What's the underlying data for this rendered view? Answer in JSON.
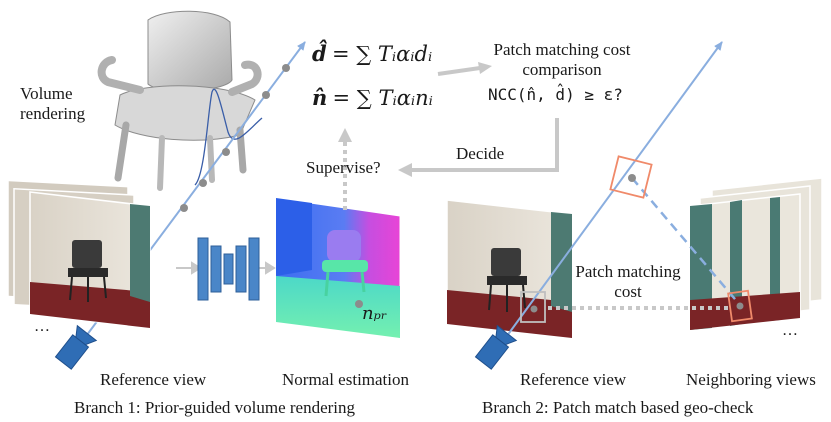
{
  "colors": {
    "ray": "#8aaedf",
    "point": "#8c8c8c",
    "network": "#4a86c8",
    "arrow_gray": "#c8c8c8",
    "dotted_gray": "#c8c8c8",
    "patch_box": "#f08a6a",
    "camera": "#2f6db5",
    "floor_red": "#7a2426",
    "normal_blue": "#3060e8",
    "normal_magenta": "#e040d8",
    "normal_green": "#60e8b0"
  },
  "icons": [
    "chair-3d-mesh",
    "camera-icon",
    "cnn-network-icon",
    "normal-map-image",
    "photo-stack"
  ],
  "labels": {
    "volume_rendering_line1": "Volume",
    "volume_rendering_line2": "rendering",
    "reference_view_left": "Reference view",
    "normal_estimation": "Normal estimation",
    "reference_view_right": "Reference view",
    "neighboring_views": "Neighboring views",
    "branch1": "Branch 1: Prior-guided volume rendering",
    "branch2": "Branch 2: Patch match based geo-check",
    "supervise": "Supervise?",
    "decide": "Decide",
    "patch_cost_title_line1": "Patch matching cost",
    "patch_cost_title_line2": "comparison",
    "patch_matching_cost_line1": "Patch matching",
    "patch_matching_cost_line2": "cost",
    "ellipsis_left": "…",
    "ellipsis_right": "…"
  },
  "equations": {
    "d_hat_lhs": "d̂",
    "d_hat_rhs": "= ∑ Tᵢαᵢdᵢ",
    "n_hat_lhs": "n̂",
    "n_hat_rhs": "= ∑ Tᵢαᵢnᵢ",
    "ncc": "NCC(n̂, d̂) ≥ ε?",
    "n_pr": "nₚᵣ"
  }
}
